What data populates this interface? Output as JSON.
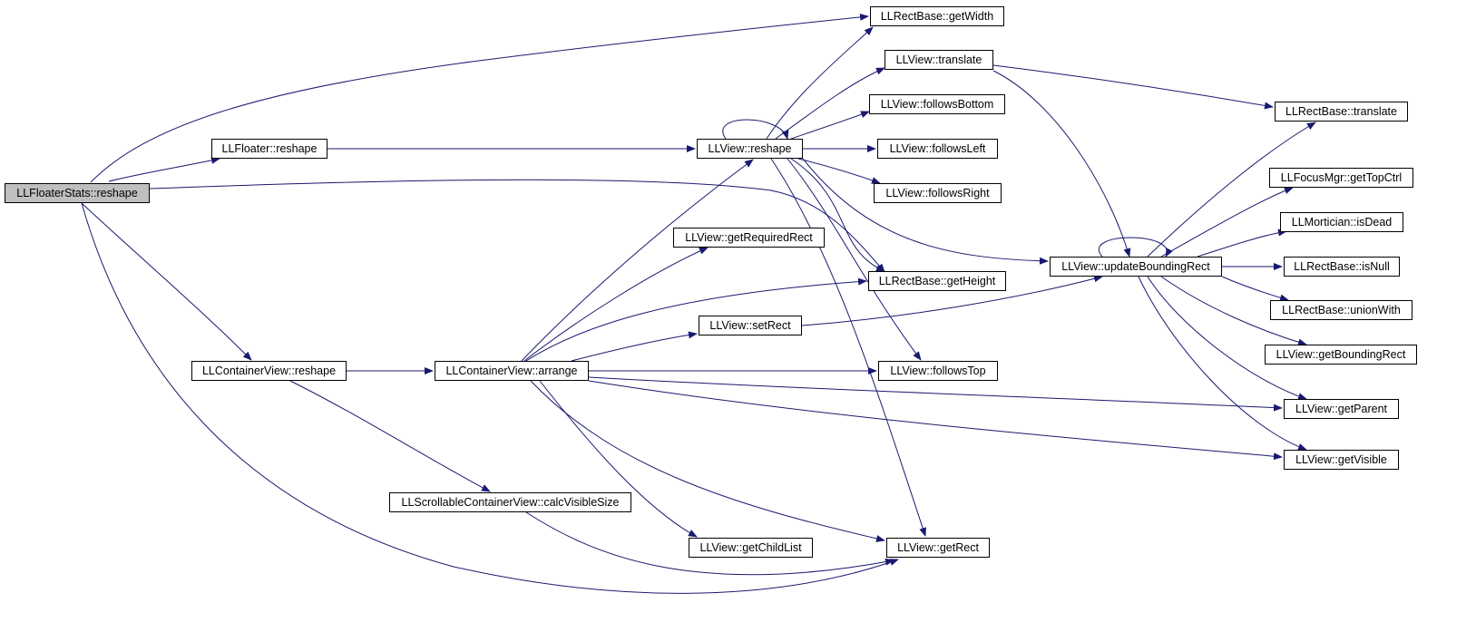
{
  "colors": {
    "edge": "#191970",
    "node_border": "#000000",
    "node_fill": "#ffffff",
    "root_fill": "#bfbfbf"
  },
  "nodes": {
    "root": "LLFloaterStats::reshape",
    "floater_reshape": "LLFloater::reshape",
    "container_reshape": "LLContainerView::reshape",
    "container_arrange": "LLContainerView::arrange",
    "scrollable_calc": "LLScrollableContainerView::calcVisibleSize",
    "view_reshape": "LLView::reshape",
    "get_required_rect": "LLView::getRequiredRect",
    "set_rect": "LLView::setRect",
    "get_child_list": "LLView::getChildList",
    "get_width": "LLRectBase::getWidth",
    "view_translate": "LLView::translate",
    "follows_bottom": "LLView::followsBottom",
    "follows_left": "LLView::followsLeft",
    "follows_right": "LLView::followsRight",
    "get_height": "LLRectBase::getHeight",
    "follows_top": "LLView::followsTop",
    "get_rect": "LLView::getRect",
    "update_bounding_rect": "LLView::updateBoundingRect",
    "rect_translate": "LLRectBase::translate",
    "get_top_ctrl": "LLFocusMgr::getTopCtrl",
    "is_dead": "LLMortician::isDead",
    "is_null": "LLRectBase::isNull",
    "union_with": "LLRectBase::unionWith",
    "get_bounding_rect": "LLView::getBoundingRect",
    "get_parent": "LLView::getParent",
    "get_visible": "LLView::getVisible"
  }
}
